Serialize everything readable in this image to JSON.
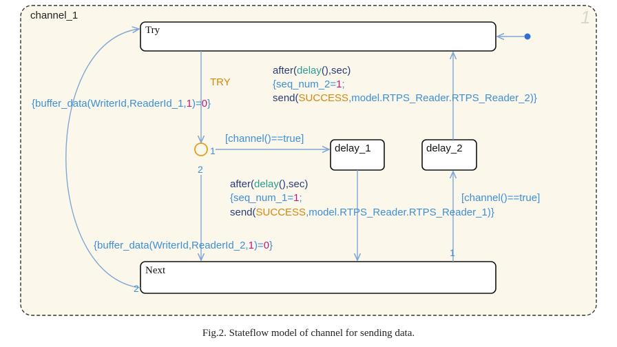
{
  "chart": {
    "chart_name": "channel_1",
    "chart_number": "1"
  },
  "states": {
    "try": "Try",
    "next": "Next",
    "delay_1": "delay_1",
    "delay_2": "delay_2"
  },
  "junction": {
    "port_1": "1",
    "port_2": "2"
  },
  "transitions": {
    "try_label": "TRY",
    "channel_true_1": "[channel()==true]",
    "channel_true_2": "[channel()==true]",
    "next_to_delay2_order": "1",
    "next_to_try_order": "2",
    "loop_action": {
      "open": "{",
      "fn": "buffer_data",
      "args_a": "(WriterId,ReaderId_1,",
      "num": "1",
      "close_paren": ")=",
      "zero": "0",
      "end": "}"
    },
    "junction_action": {
      "open": "{",
      "fn": "buffer_data",
      "args_a": "(WriterId,ReaderId_2,",
      "num": "1",
      "close_paren": ")=",
      "zero": "0",
      "end": "}"
    },
    "delay2_action": {
      "after": "after",
      "delay_fn": "delay",
      "after_rest": "(),sec)",
      "open_paren": "(",
      "seq_line": "{seq_num_2=",
      "seq_val": "1",
      "seq_end": ";",
      "send": "send",
      "send_open": "(",
      "success": "SUCCESS",
      "send_rest": ",model.RTPS_Reader.RTPS_Reader_2)}"
    },
    "delay1_action": {
      "after": "after",
      "delay_fn": "delay",
      "after_rest": "(),sec)",
      "open_paren": "(",
      "seq_line": "{seq_num_1=",
      "seq_val": "1",
      "seq_end": ";",
      "send": "send",
      "send_open": "(",
      "success": "SUCCESS",
      "send_rest": ",model.RTPS_Reader.RTPS_Reader_1)}"
    }
  },
  "caption": "Fig.2.   Stateflow model of channel for sending data.",
  "colors": {
    "chart_bg": "#fbf7ea",
    "arrow": "#7fa6d6",
    "label_blue": "#3d8fd6",
    "dark_blue": "#2a3c78",
    "teal": "#2a9d8f",
    "orange": "#d4890d",
    "magenta": "#c0177b",
    "junction": "#e0a020"
  }
}
